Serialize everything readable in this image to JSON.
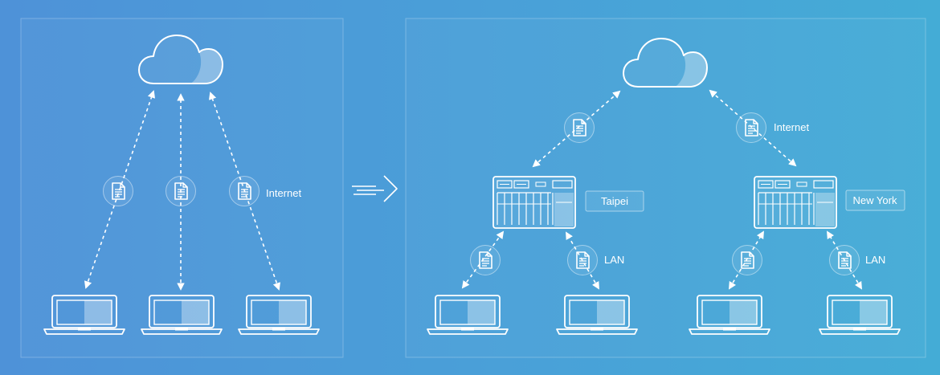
{
  "diagram": {
    "left_panel": {
      "label_internet": "Internet"
    },
    "right_panel": {
      "label_internet": "Internet",
      "site_a": {
        "label": "Taipei",
        "lan_label": "LAN"
      },
      "site_b": {
        "label": "New York",
        "lan_label": "LAN"
      }
    }
  },
  "colors": {
    "background_start": "#4e92d8",
    "background_end": "#44acd6",
    "line": "#ffffff",
    "fill_soft": "rgba(255,255,255,0.28)"
  }
}
